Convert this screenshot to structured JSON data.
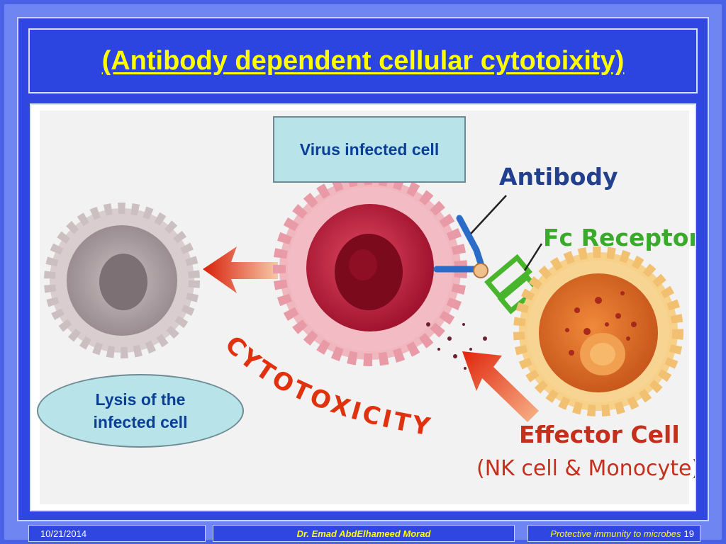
{
  "slide": {
    "title": "(Antibody dependent cellular cytotoixity)"
  },
  "diagram": {
    "virus_label": "Virus infected cell",
    "lysis_label_line1": "Lysis of the",
    "lysis_label_line2": "infected cell",
    "antibody_label": "Antibody",
    "fc_label": "Fc Receptor",
    "cytotoxicity_label": "CYTOTOXICITY",
    "effector_label": "Effector Cell",
    "effector_sub": "(NK cell & Monocyte)"
  },
  "footer": {
    "date": "10/21/2014",
    "author": "Dr. Emad AbdElhameed Morad",
    "topic": "Protective immunity to microbes",
    "page": "19"
  },
  "colors": {
    "frame": "#4a63e6",
    "title": "#ffff00",
    "label_box": "#b7e3e9",
    "label_text": "#0b3f96"
  }
}
